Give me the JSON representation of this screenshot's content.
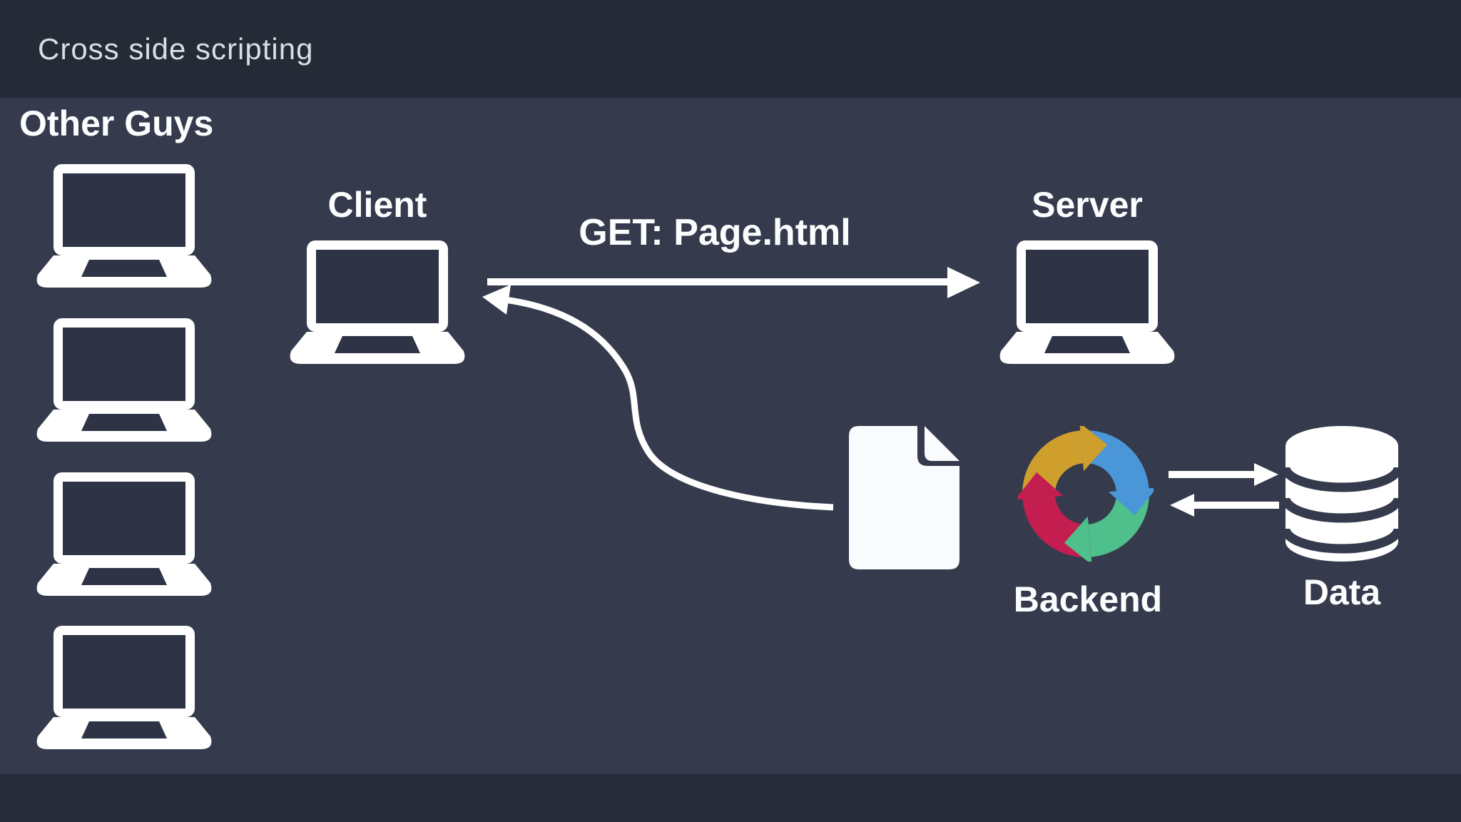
{
  "header": {
    "title": "Cross side scripting"
  },
  "groups": {
    "other_guys": {
      "label": "Other Guys",
      "machine_count": 4
    }
  },
  "nodes": {
    "client": {
      "label": "Client"
    },
    "server": {
      "label": "Server"
    },
    "backend": {
      "label": "Backend"
    },
    "data": {
      "label": "Data"
    }
  },
  "edges": {
    "request": {
      "label": "GET: Page.html",
      "from": "client",
      "to": "server"
    },
    "response_curve": {
      "label": "",
      "from": "page-document",
      "to": "client"
    },
    "backend_to_data": {
      "label": "",
      "from": "backend",
      "to": "data"
    },
    "data_to_backend": {
      "label": "",
      "from": "data",
      "to": "backend"
    }
  },
  "colors": {
    "cycle_gold": "#cf9f2e",
    "cycle_blue": "#4b96d9",
    "cycle_green": "#4fbf8b",
    "cycle_red": "#c41e50",
    "icon_white": "#ffffff",
    "laptop_screen": "#2e3445",
    "background": "#353b4c",
    "top_bar": "#252a37",
    "bottom_bar": "#272c3a",
    "label_text": "#fcfdfe",
    "title_text": "#d9dde5"
  }
}
